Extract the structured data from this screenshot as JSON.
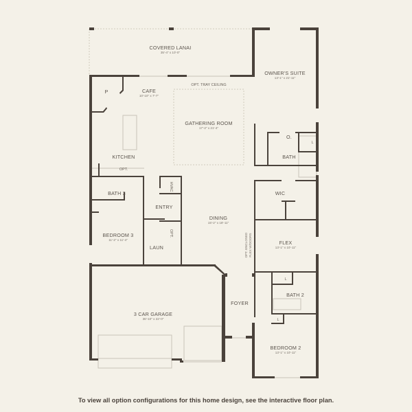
{
  "rooms": {
    "lanai": {
      "name": "COVERED LANAI",
      "dims": "35'-4\" x 10'-0\""
    },
    "owners_suite": {
      "name": "OWNER'S SUITE",
      "dims": "13'-1\" x 21'-11\""
    },
    "cafe": {
      "name": "CAFE",
      "dims": "10'-10\" x 7'-7\""
    },
    "gathering": {
      "name": "GATHERING ROOM",
      "dims": "17'-2\" x 21'-4\"",
      "note": "OPT. TRAY CEILING"
    },
    "kitchen": {
      "name": "KITCHEN"
    },
    "pantry": {
      "name": "P"
    },
    "o_bath": {
      "name1": "O.",
      "name2": "BATH",
      "linen": "L"
    },
    "wic": {
      "name": "WIC"
    },
    "bath3": {
      "name": "BATH 3",
      "opt": "OPT."
    },
    "entry": {
      "name": "ENTRY",
      "hvac": "HVAC"
    },
    "dining": {
      "name": "DINING",
      "dims": "15'-2\" x 18'-11\""
    },
    "bedroom3": {
      "name": "BEDROOM 3",
      "dims": "11'-2\" x 11'-4\""
    },
    "laun": {
      "name": "LAUN",
      "opt": "OPT."
    },
    "flex": {
      "name": "FLEX",
      "dims": "13'-1\" x 10'-11\"",
      "note1": "OPT. ENCLOSED",
      "note2": "FLEX W/DOORS"
    },
    "bath2": {
      "name": "BATH 2",
      "linen": "L"
    },
    "garage": {
      "name": "3 CAR GARAGE",
      "dims": "36'-10\" x 22'-0\""
    },
    "foyer": {
      "name": "FOYER"
    },
    "bedroom2": {
      "name": "BEDROOM 2",
      "dims": "13'-1\" x 10'-11\"",
      "linen": "L"
    }
  },
  "footer": "To view all option configurations for this home design, see the interactive floor plan."
}
